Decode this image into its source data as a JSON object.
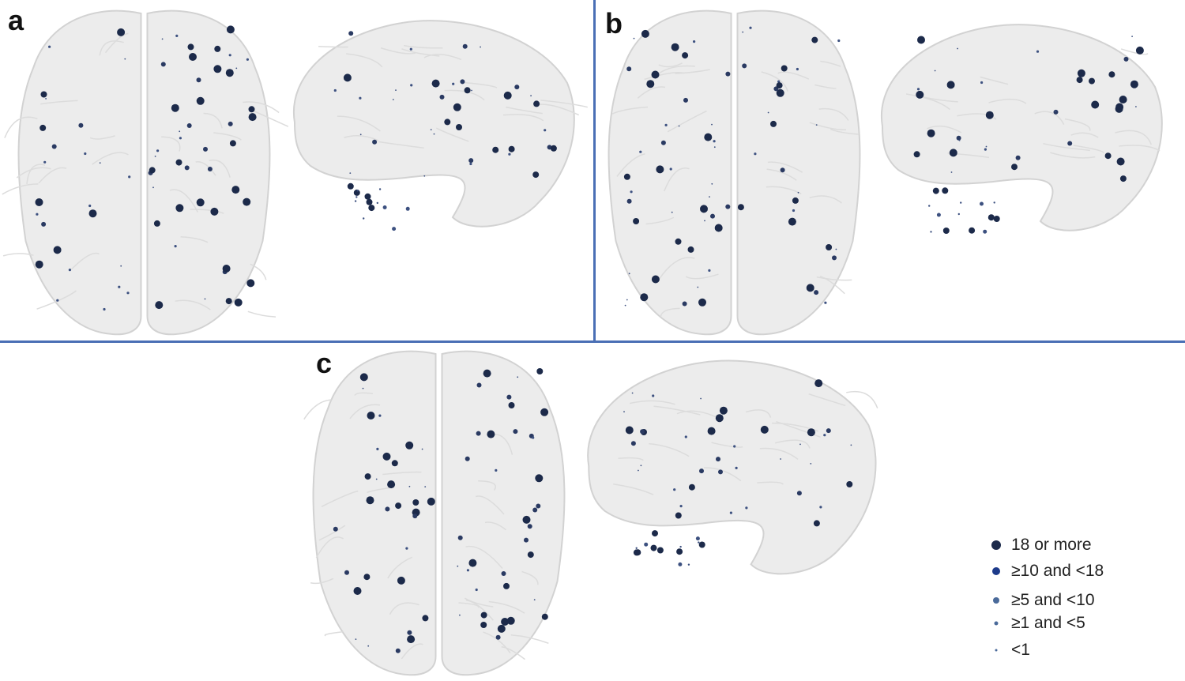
{
  "panels": [
    {
      "id": "a",
      "label": "a"
    },
    {
      "id": "b",
      "label": "b"
    },
    {
      "id": "c",
      "label": "c"
    }
  ],
  "colors": {
    "divider": "#4a6fb5",
    "brain_fill": "#e9e9e9",
    "brain_stroke": "#d2d2d2",
    "node_dark": "#1c2a4a",
    "node_mid": "#2a3a62",
    "node_light": "#3d5180"
  },
  "legend": {
    "items": [
      {
        "label": "18 or more",
        "color": "#1c2a4a"
      },
      {
        "label": "≥10 and <18",
        "color": "#1d3a8a"
      },
      {
        "label": "≥5 and <10",
        "color": "#4a6a9a"
      },
      {
        "label": "≥1 and <5",
        "color": "#4a6a9a"
      },
      {
        "label": "<1",
        "color": "#4a6a9a"
      }
    ]
  }
}
